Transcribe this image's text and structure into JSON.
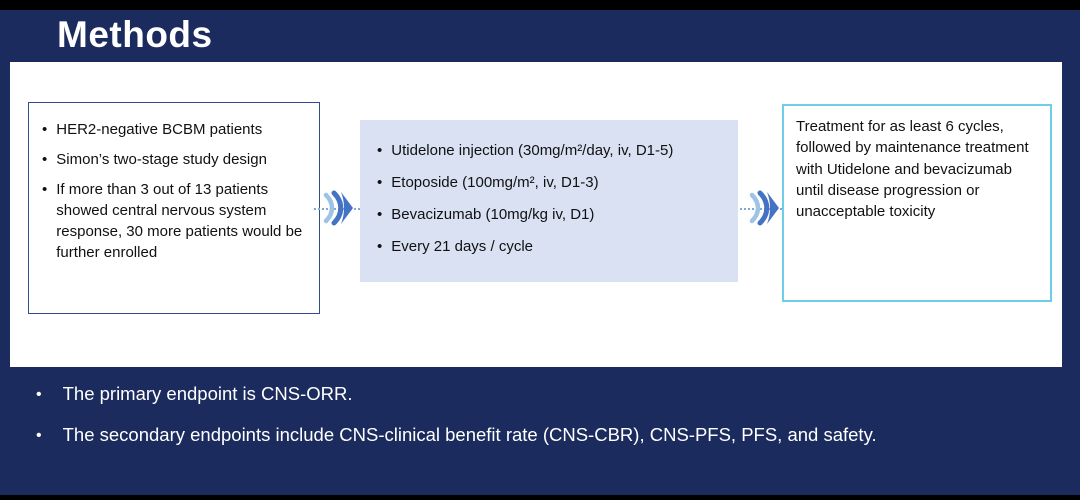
{
  "title": "Methods",
  "flow": {
    "box1_bullets": [
      "HER2-negative BCBM patients",
      "Simon’s two-stage study design",
      "If more than 3 out of 13 patients showed central nervous system response, 30 more patients would be further enrolled"
    ],
    "box2_bullets": [
      "Utidelone injection (30mg/m²/day, iv, D1-5)",
      "Etoposide (100mg/m², iv, D1-3)",
      "Bevacizumab (10mg/kg iv, D1)",
      "Every 21 days / cycle"
    ],
    "box3_text": "Treatment for as least 6 cycles, followed by maintenance treatment with Utidelone and bevacizumab until disease progression or unacceptable toxicity"
  },
  "endpoints": [
    "The primary endpoint is CNS-ORR.",
    "The secondary endpoints include CNS-clinical benefit rate (CNS-CBR), CNS-PFS, PFS, and safety."
  ],
  "colors": {
    "slide_bg": "#1b2b5e",
    "panel_bg": "#ffffff",
    "regimen_box_fill": "#d9e1f3",
    "criteria_box_border": "#2f4d8f",
    "maintenance_box_border": "#6fcdea",
    "arrow_blue": "#4472c4",
    "arrow_light": "#9dc3e6"
  }
}
